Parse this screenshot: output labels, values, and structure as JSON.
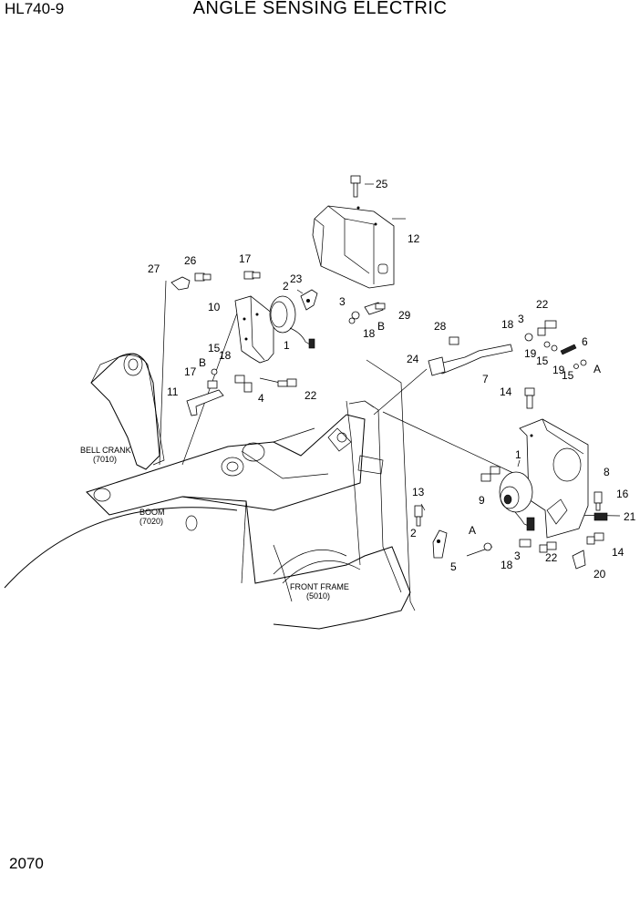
{
  "header": {
    "model": "HL740-9",
    "title": "ANGLE SENSING ELECTRIC"
  },
  "page_number": "2070",
  "callouts": [
    "1",
    "1",
    "2",
    "2",
    "3",
    "3",
    "3",
    "4",
    "5",
    "6",
    "7",
    "8",
    "9",
    "10",
    "11",
    "12",
    "13",
    "14",
    "14",
    "15",
    "15",
    "15",
    "16",
    "17",
    "17",
    "18",
    "18",
    "18",
    "18",
    "19",
    "19",
    "20",
    "21",
    "22",
    "22",
    "22",
    "23",
    "24",
    "25",
    "26",
    "27",
    "28",
    "29",
    "A",
    "A",
    "B",
    "B"
  ],
  "references": {
    "bell_crank": [
      "BELL CRANK",
      "(7010)"
    ],
    "boom": [
      "BOOM",
      "(7020)"
    ],
    "front_frame": [
      "FRONT FRAME",
      "(5010)"
    ]
  }
}
